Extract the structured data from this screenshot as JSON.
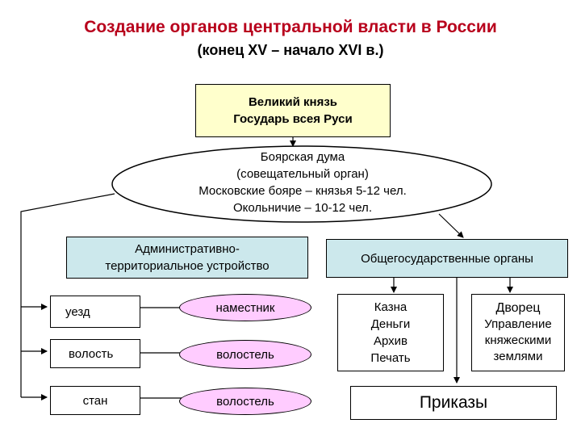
{
  "title": "Создание органов центральной власти в России",
  "subtitle": "(конец XV – начало XVI в.)",
  "grand_prince": {
    "line1": "Великий князь",
    "line2": "Государь всея Руси"
  },
  "boyar_duma": {
    "line1": "Боярская дума",
    "line2": "(совещательный орган)",
    "line3": "Московские бояре – князья 5-12 чел.",
    "line4": "Окольничие – 10-12 чел."
  },
  "admin": {
    "line1": "Административно-",
    "line2": "территориальное устройство"
  },
  "state_organs": {
    "label": "Общегосударственные органы"
  },
  "units": [
    {
      "unit": "уезд",
      "official": "наместник"
    },
    {
      "unit": "волость",
      "official": "волостель"
    },
    {
      "unit": "стан",
      "official": "волостель"
    }
  ],
  "treasury": {
    "items": [
      "Казна",
      "Деньги",
      "Архив",
      "Печать"
    ]
  },
  "palace": {
    "title": "Дворец",
    "lines": [
      "Управление",
      "княжескими",
      "землями"
    ]
  },
  "prikazy": {
    "label": "Приказы"
  },
  "colors": {
    "title": "#b8001c",
    "yellow_box": "#ffffcc",
    "blue_box": "#cce8ec",
    "pink_oval": "#ffccff"
  }
}
